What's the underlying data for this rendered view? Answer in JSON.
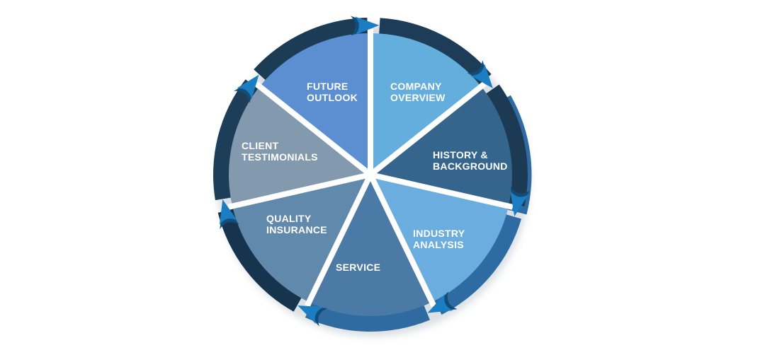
{
  "page": {
    "background_color": "#ffffff"
  },
  "diagram": {
    "type": "cycle",
    "direction": "clockwise",
    "segment_count": 7,
    "text_color": "#ffffff",
    "gap_color": "#ffffff",
    "arrow_color": "#1b7dc2",
    "arrow_shade_color": "#134c77",
    "shadow_color": "#a9b6c0",
    "segments": [
      {
        "label_lines": [
          "COMPANY",
          "OVERVIEW"
        ],
        "wedge_color": "#64aede",
        "ring_color": "#1d3c57"
      },
      {
        "label_lines": [
          "HISTORY &",
          "BACKGROUND"
        ],
        "wedge_color": "#35658d",
        "ring_color": "#1c3a54",
        "ring_edge_color": "#2e6ba3"
      },
      {
        "label_lines": [
          "INDUSTRY",
          "ANALYSIS"
        ],
        "wedge_color": "#6badde",
        "ring_color": "#2e6ba3"
      },
      {
        "label_lines": [
          "SERVICE"
        ],
        "wedge_color": "#4a7aa5",
        "ring_color": "#2f6ba1"
      },
      {
        "label_lines": [
          "QUALITY",
          "INSURANCE"
        ],
        "wedge_color": "#6189ac",
        "ring_color": "#17344e"
      },
      {
        "label_lines": [
          "CLIENT",
          "TESTIMONIALS"
        ],
        "wedge_color": "#8399ad",
        "ring_color": "#1d3e59"
      },
      {
        "label_lines": [
          "FUTURE",
          "OUTLOOK"
        ],
        "wedge_color": "#5b8fd2",
        "ring_color": "#1c3b55"
      }
    ]
  }
}
